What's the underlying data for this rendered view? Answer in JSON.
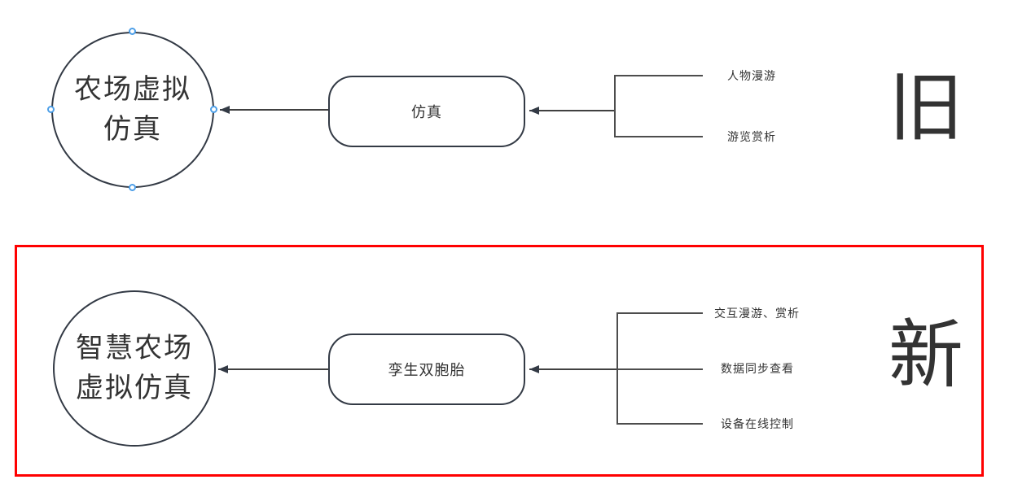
{
  "canvas": {
    "old_section": {
      "tag_label": "旧",
      "hub_text": "农场虚拟\n仿真",
      "process_text": "仿真",
      "leaves": [
        "人物漫游",
        "游览赏析"
      ]
    },
    "new_section": {
      "tag_label": "新",
      "hub_text": "智慧农场\n虚拟仿真",
      "process_text": "孪生双胞胎",
      "leaves": [
        "交互漫游、赏析",
        "数据同步查看",
        "设备在线控制"
      ]
    },
    "colors": {
      "shape_stroke": "#333a45",
      "connector": "#404040",
      "highlight_red": "#ff0000",
      "selection_handle_blue": "#4d9fe8",
      "text": "#333333"
    }
  }
}
